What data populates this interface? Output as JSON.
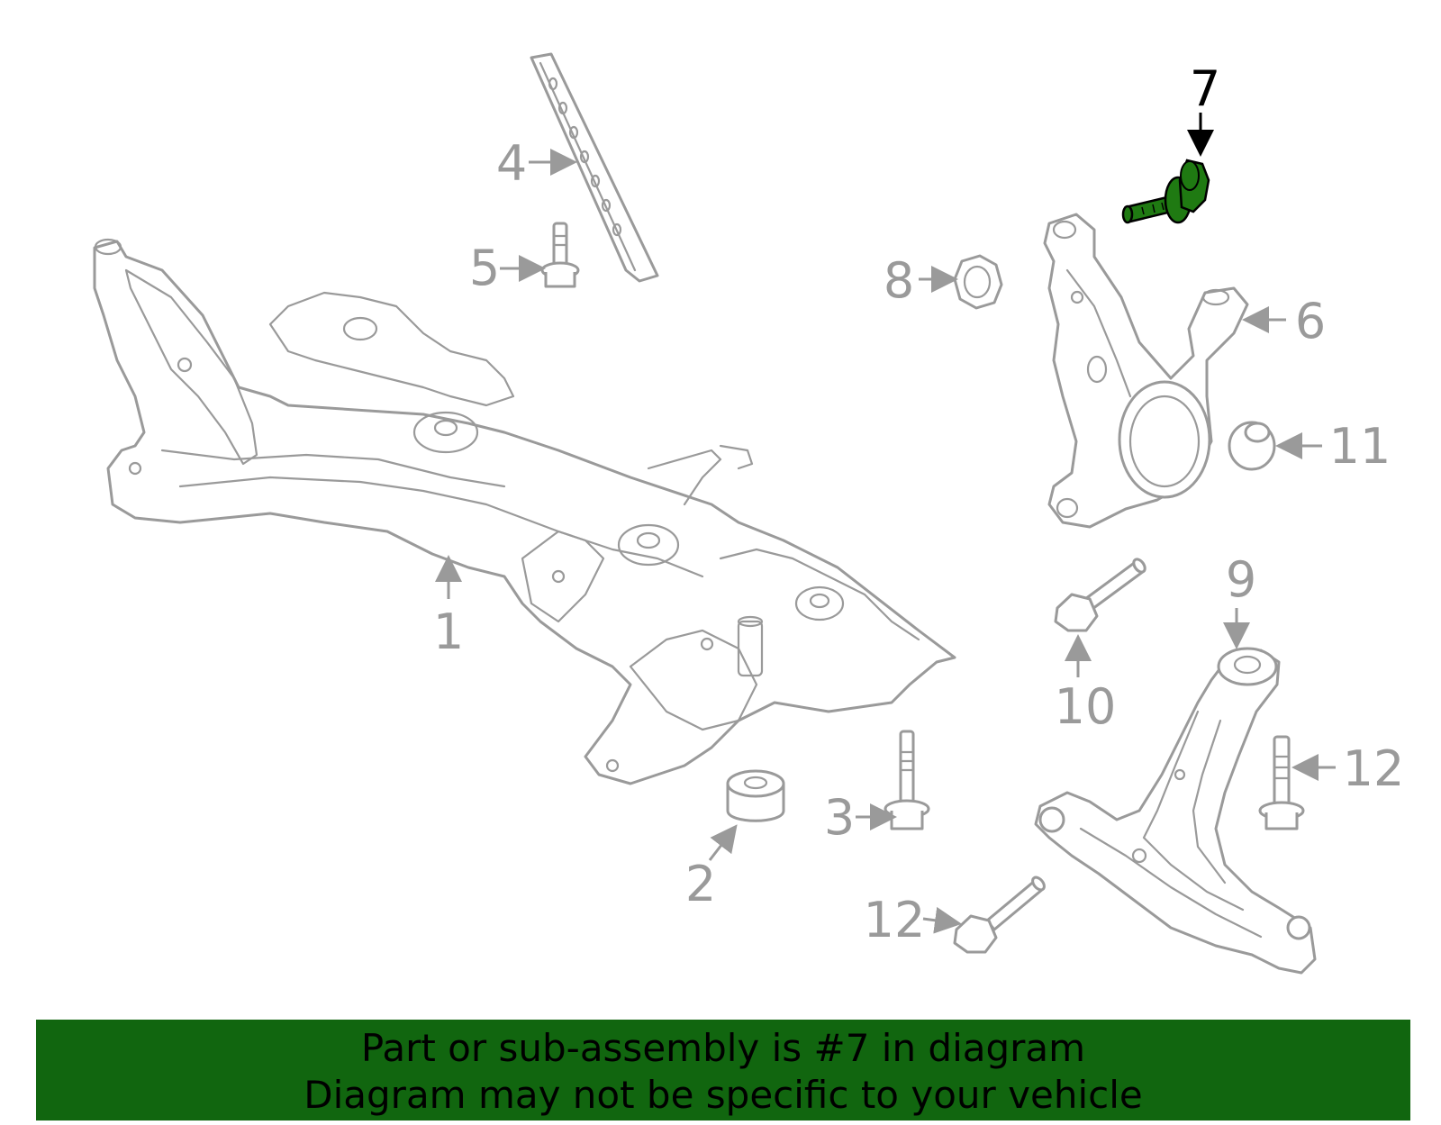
{
  "callouts": [
    {
      "id": "1",
      "label": "1"
    },
    {
      "id": "2",
      "label": "2"
    },
    {
      "id": "3",
      "label": "3"
    },
    {
      "id": "4",
      "label": "4"
    },
    {
      "id": "5",
      "label": "5"
    },
    {
      "id": "6",
      "label": "6"
    },
    {
      "id": "7",
      "label": "7"
    },
    {
      "id": "8",
      "label": "8"
    },
    {
      "id": "9",
      "label": "9"
    },
    {
      "id": "10",
      "label": "10"
    },
    {
      "id": "11",
      "label": "11"
    },
    {
      "id": "12a",
      "label": "12"
    },
    {
      "id": "12b",
      "label": "12"
    }
  ],
  "highlighted_part": "7",
  "colors": {
    "part_outline": "#9a9a9a",
    "highlight": "#1f7a12",
    "banner_background": "#11660f",
    "banner_text": "#000000"
  },
  "banner": {
    "line1": "Part or sub-assembly is #7 in diagram",
    "line2": "Diagram may not be specific to your vehicle"
  }
}
